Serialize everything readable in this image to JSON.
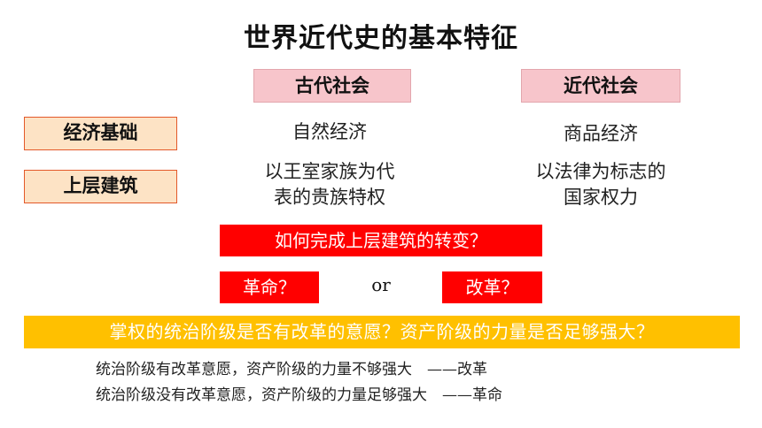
{
  "title": "世界近代史的基本特征",
  "columns": {
    "ancient": "古代社会",
    "modern": "近代社会"
  },
  "rows": {
    "economic_base": "经济基础",
    "superstructure": "上层建筑"
  },
  "cells": {
    "ancient_economy": "自然经济",
    "modern_economy": "商品经济",
    "ancient_super_line1": "以王室家族为代",
    "ancient_super_line2": "表的贵族特权",
    "modern_super_line1": "以法律为标志的",
    "modern_super_line2": "国家权力"
  },
  "question": "如何完成上层建筑的转变？",
  "options": {
    "revolution": "革命？",
    "or": "or",
    "reform": "改革？"
  },
  "key_question": "掌权的统治阶级是否有改革的意愿？资产阶级的力量是否足够强大？",
  "conclusions": [
    "统治阶级有改革意愿，资产阶级的力量不够强大　——改革",
    "统治阶级没有改革意愿，资产阶级的力量足够强大　——革命"
  ],
  "colors": {
    "column_header_bg": "#f7c5cb",
    "row_header_bg": "#fde3c5",
    "row_header_border": "#e3592a",
    "red_bar": "#ff0000",
    "yellow_bar": "#ffc000"
  }
}
